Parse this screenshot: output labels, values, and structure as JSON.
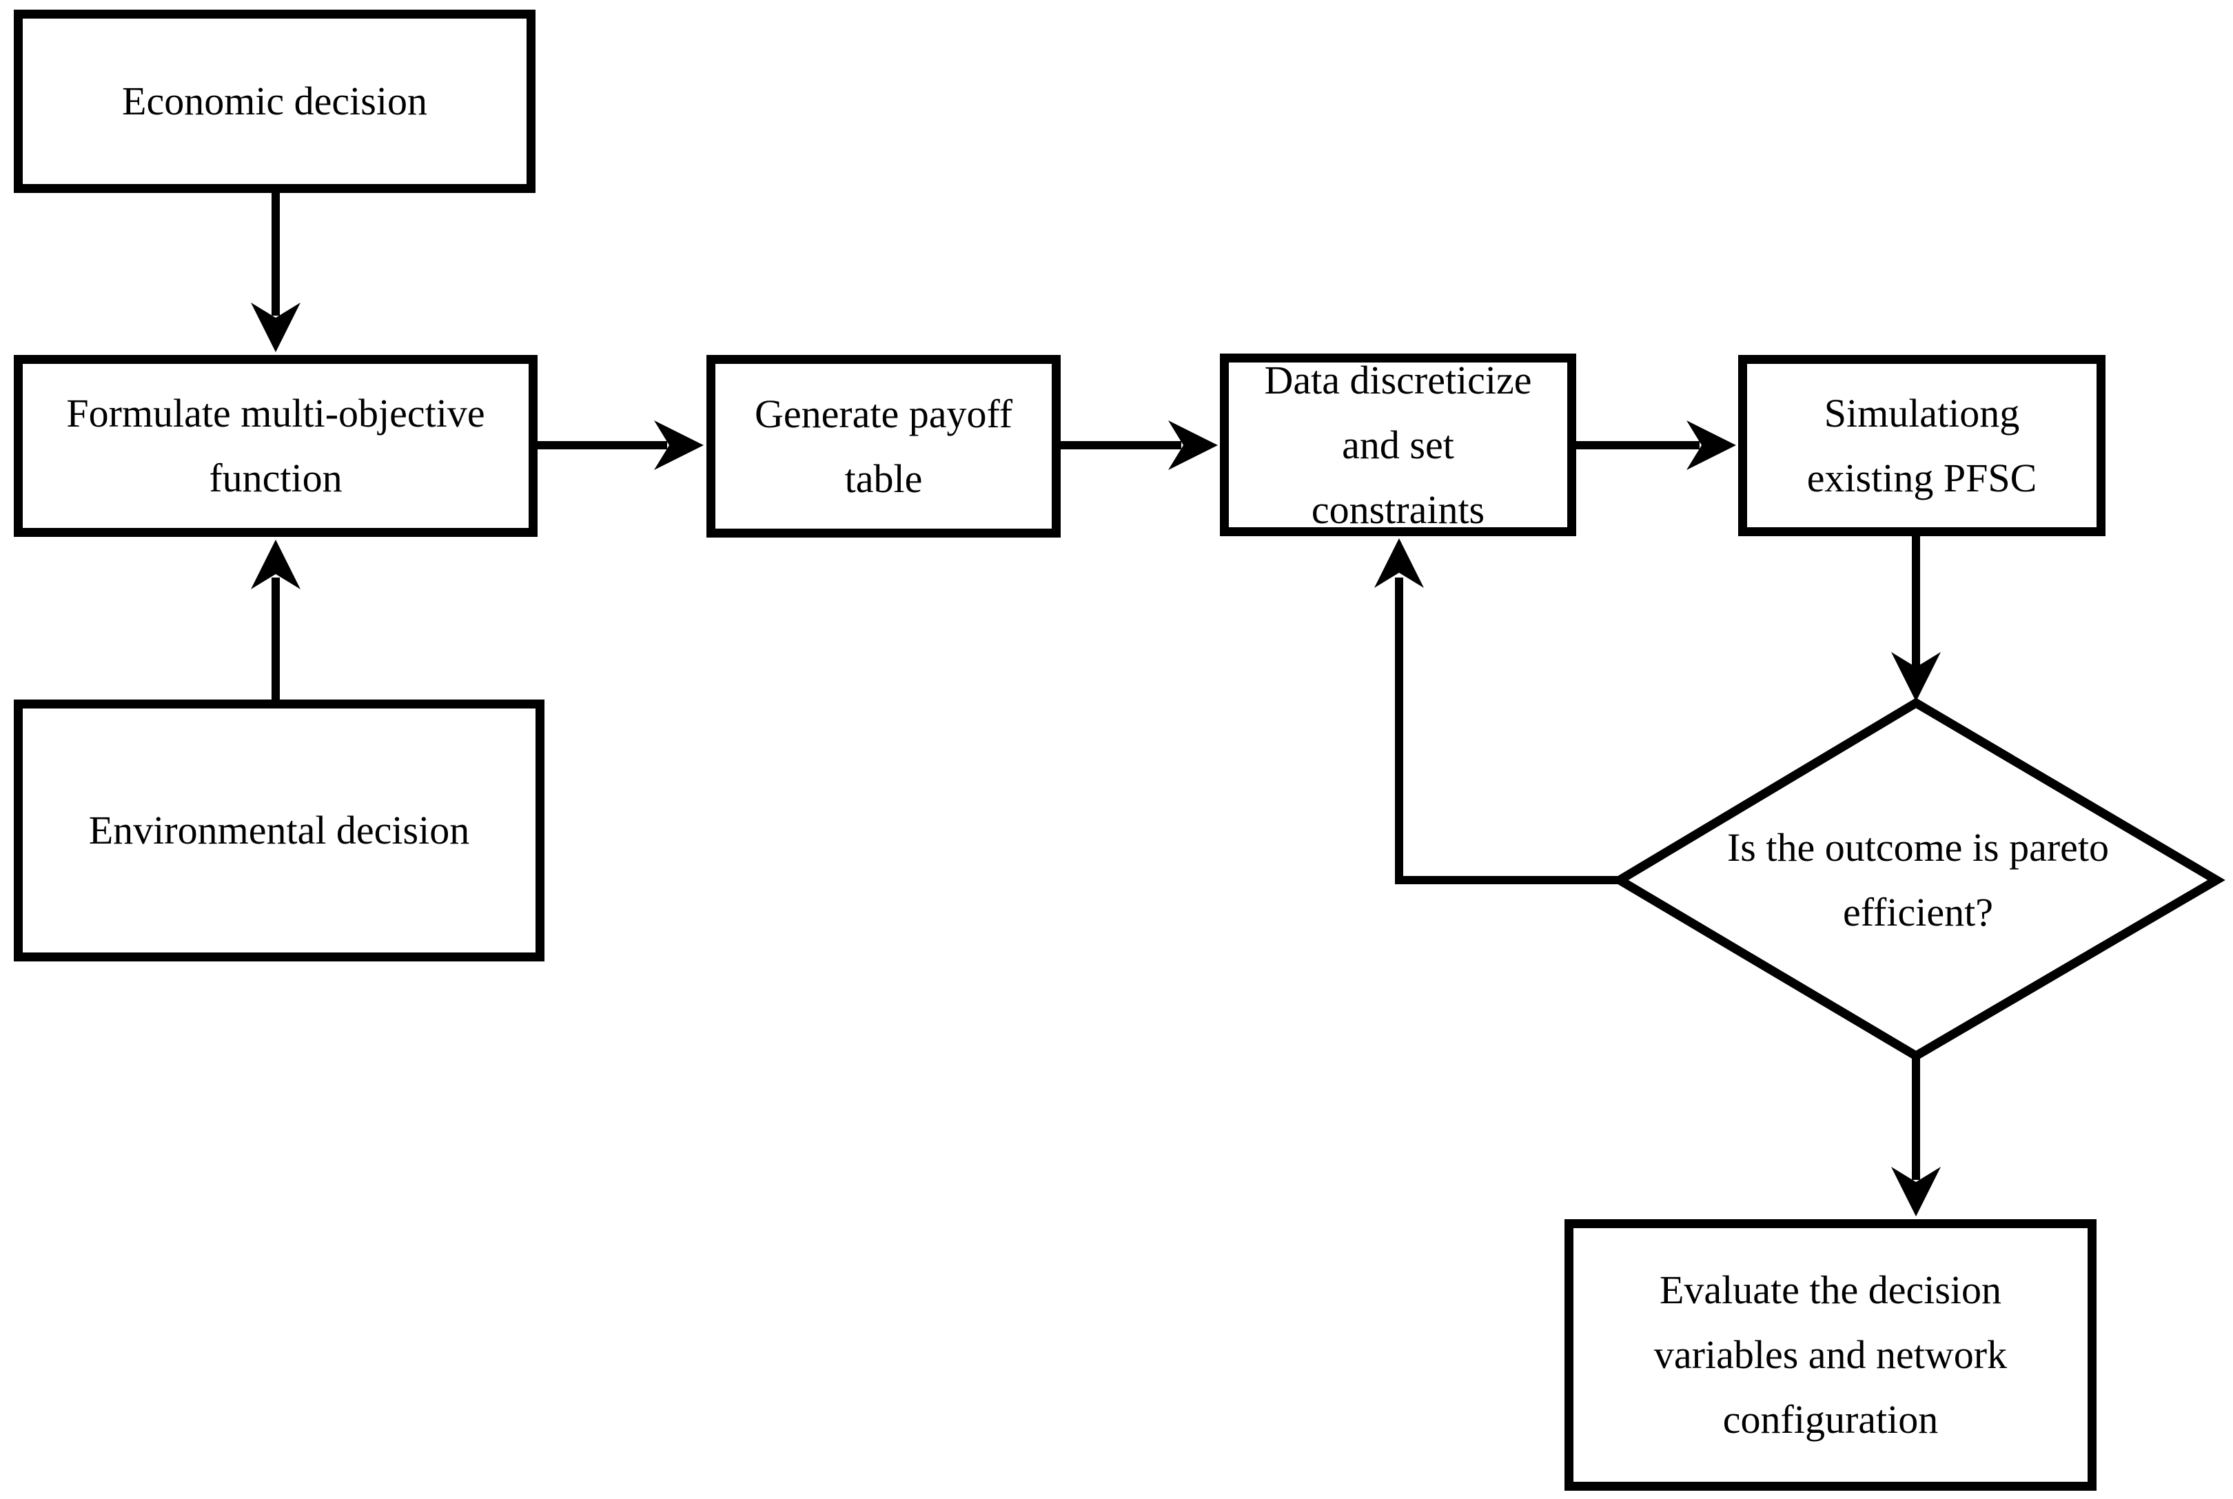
{
  "diagram": {
    "background_color": "#ffffff",
    "line_color": "#000000",
    "text_color": "#000000",
    "nodes": [
      {
        "id": "economic-decision",
        "shape": "rectangle",
        "lines": [
          "Economic decision"
        ]
      },
      {
        "id": "formulate-multi-objective",
        "shape": "rectangle",
        "lines": [
          "Formulate multi-objective",
          "function"
        ]
      },
      {
        "id": "environmental-decision",
        "shape": "rectangle",
        "lines": [
          "Environmental decision"
        ]
      },
      {
        "id": "generate-payoff-table",
        "shape": "rectangle",
        "lines": [
          "Generate payoff",
          "table"
        ]
      },
      {
        "id": "data-discreticize",
        "shape": "rectangle",
        "lines": [
          "Data discreticize",
          "and set",
          "constraints"
        ]
      },
      {
        "id": "simulationg-existing-pfsc",
        "shape": "rectangle",
        "lines": [
          "Simulationg",
          "existing PFSC"
        ]
      },
      {
        "id": "pareto-decision",
        "shape": "diamond",
        "lines": [
          "Is the outcome is pareto",
          "efficient?"
        ]
      },
      {
        "id": "evaluate-decision",
        "shape": "rectangle",
        "lines": [
          "Evaluate the decision",
          "variables and network",
          "configuration"
        ]
      }
    ],
    "edges": [
      {
        "from": "economic-decision",
        "to": "formulate-multi-objective"
      },
      {
        "from": "environmental-decision",
        "to": "formulate-multi-objective"
      },
      {
        "from": "formulate-multi-objective",
        "to": "generate-payoff-table"
      },
      {
        "from": "generate-payoff-table",
        "to": "data-discreticize"
      },
      {
        "from": "data-discreticize",
        "to": "simulationg-existing-pfsc"
      },
      {
        "from": "simulationg-existing-pfsc",
        "to": "pareto-decision"
      },
      {
        "from": "pareto-decision",
        "to": "data-discreticize"
      },
      {
        "from": "pareto-decision",
        "to": "evaluate-decision"
      }
    ]
  }
}
